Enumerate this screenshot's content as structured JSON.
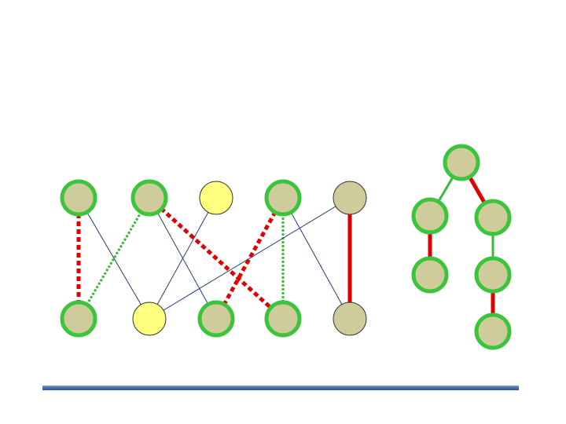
{
  "colors": {
    "background": "#ffffff",
    "node_fill_matched": "#cfcc9c",
    "node_fill_free": "#ffff80",
    "node_ring_highlight": "#3cc43c",
    "node_ring_plain": "#333333",
    "edge_plain": "#1f3e6e",
    "edge_matched": "#e00000",
    "edge_augmenting": "#3cb83c",
    "divider": "#3f63a3"
  },
  "bipartite": {
    "top_nodes": [
      {
        "id": "t1",
        "fill": "free_matched",
        "ring": "highlight"
      },
      {
        "id": "t2",
        "fill": "free_matched",
        "ring": "highlight"
      },
      {
        "id": "t3",
        "fill": "free",
        "ring": "plain"
      },
      {
        "id": "t4",
        "fill": "free_matched",
        "ring": "highlight"
      },
      {
        "id": "t5",
        "fill": "free_matched",
        "ring": "plain"
      }
    ],
    "bottom_nodes": [
      {
        "id": "b1",
        "fill": "free_matched",
        "ring": "highlight"
      },
      {
        "id": "b2",
        "fill": "free",
        "ring": "plain"
      },
      {
        "id": "b3",
        "fill": "free_matched",
        "ring": "highlight"
      },
      {
        "id": "b4",
        "fill": "free_matched",
        "ring": "highlight"
      },
      {
        "id": "b5",
        "fill": "free_matched",
        "ring": "plain"
      }
    ],
    "edges": [
      {
        "from": "t1",
        "to": "b1",
        "kind": "matched",
        "dashed": true
      },
      {
        "from": "t1",
        "to": "b2",
        "kind": "plain",
        "dashed": false
      },
      {
        "from": "t2",
        "to": "b1",
        "kind": "augmenting",
        "dashed": true
      },
      {
        "from": "t2",
        "to": "b3",
        "kind": "plain",
        "dashed": false
      },
      {
        "from": "t2",
        "to": "b4",
        "kind": "matched",
        "dashed": true
      },
      {
        "from": "t3",
        "to": "b2",
        "kind": "plain",
        "dashed": false
      },
      {
        "from": "t4",
        "to": "b3",
        "kind": "matched",
        "dashed": true
      },
      {
        "from": "t4",
        "to": "b4",
        "kind": "augmenting",
        "dashed": true
      },
      {
        "from": "t4",
        "to": "b5",
        "kind": "plain",
        "dashed": false
      },
      {
        "from": "t5",
        "to": "b2",
        "kind": "plain",
        "dashed": false
      },
      {
        "from": "t5",
        "to": "b5",
        "kind": "matched",
        "dashed": false
      }
    ]
  },
  "tree": {
    "nodes": [
      {
        "id": "r",
        "ring": "highlight"
      },
      {
        "id": "l1",
        "ring": "highlight"
      },
      {
        "id": "l2",
        "ring": "highlight"
      },
      {
        "id": "m1",
        "ring": "highlight"
      },
      {
        "id": "m2",
        "ring": "highlight"
      },
      {
        "id": "m3",
        "ring": "highlight"
      }
    ],
    "edges": [
      {
        "from": "r",
        "to": "l1",
        "kind": "augmenting"
      },
      {
        "from": "r",
        "to": "m1",
        "kind": "matched"
      },
      {
        "from": "l1",
        "to": "l2",
        "kind": "matched"
      },
      {
        "from": "m1",
        "to": "m2",
        "kind": "augmenting"
      },
      {
        "from": "m2",
        "to": "m3",
        "kind": "matched"
      }
    ]
  }
}
